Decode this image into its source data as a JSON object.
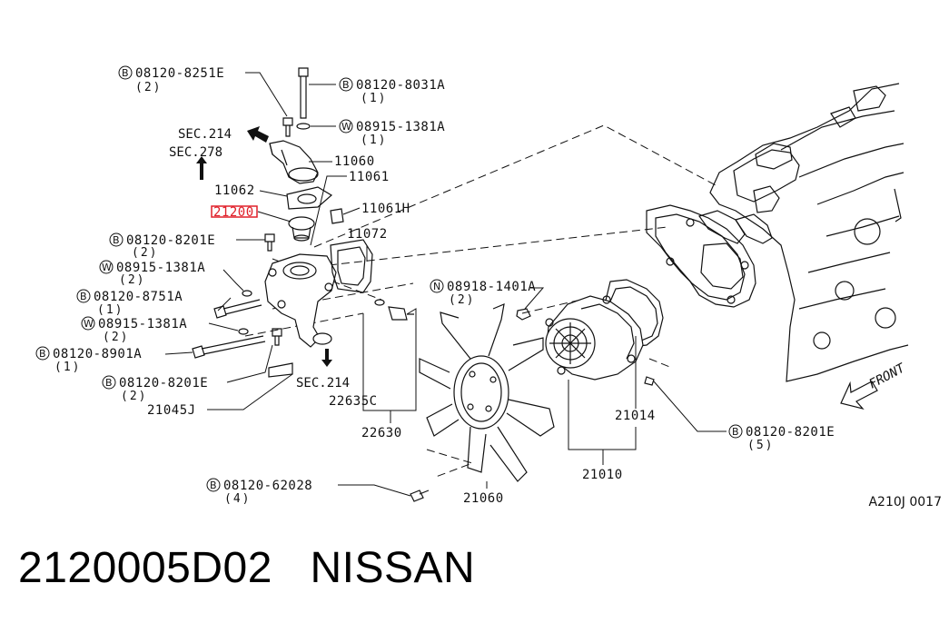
{
  "labels": {
    "b_8251e": "08120-8251E",
    "b_8251e_q": "(2)",
    "b_8031a": "08120-8031A",
    "b_8031a_q": "(1)",
    "w_1381a_top": "08915-1381A",
    "w_1381a_top_q": "(1)",
    "sec214_top": "SEC.214",
    "sec278": "SEC.278",
    "p11060": "11060",
    "p11061": "11061",
    "p11062": "11062",
    "p21200": "21200",
    "p11061h": "11061H",
    "b_8201e_a": "08120-8201E",
    "b_8201e_a_q": "(2)",
    "p11072": "11072",
    "w_1381a_mid": "08915-1381A",
    "w_1381a_mid_q": "(2)",
    "b_8751a": "08120-8751A",
    "b_8751a_q": "(1)",
    "w_1381a_low": "08915-1381A",
    "w_1381a_low_q": "(2)",
    "b_8901a": "08120-8901A",
    "b_8901a_q": "(1)",
    "b_8201e_b": "08120-8201E",
    "b_8201e_b_q": "(2)",
    "sec214_bot": "SEC.214",
    "p22635c": "22635C",
    "p21045j": "21045J",
    "p22630": "22630",
    "n_1401a": "08918-1401A",
    "n_1401a_q": "(2)",
    "p21014": "21014",
    "p21010": "21010",
    "b_8201e_c": "08120-8201E",
    "b_8201e_c_q": "(5)",
    "b_62028": "08120-62028",
    "b_62028_q": "(4)",
    "p21060": "21060",
    "front": "FRONT"
  },
  "prefix": {
    "bolt": "B",
    "washer": "W",
    "nut": "N"
  },
  "colors": {
    "highlight": "#e0202a",
    "ink": "#111111"
  },
  "diagram_code": "A210J 0017",
  "footer": {
    "part_number": "2120005D02",
    "brand": "NISSAN"
  }
}
